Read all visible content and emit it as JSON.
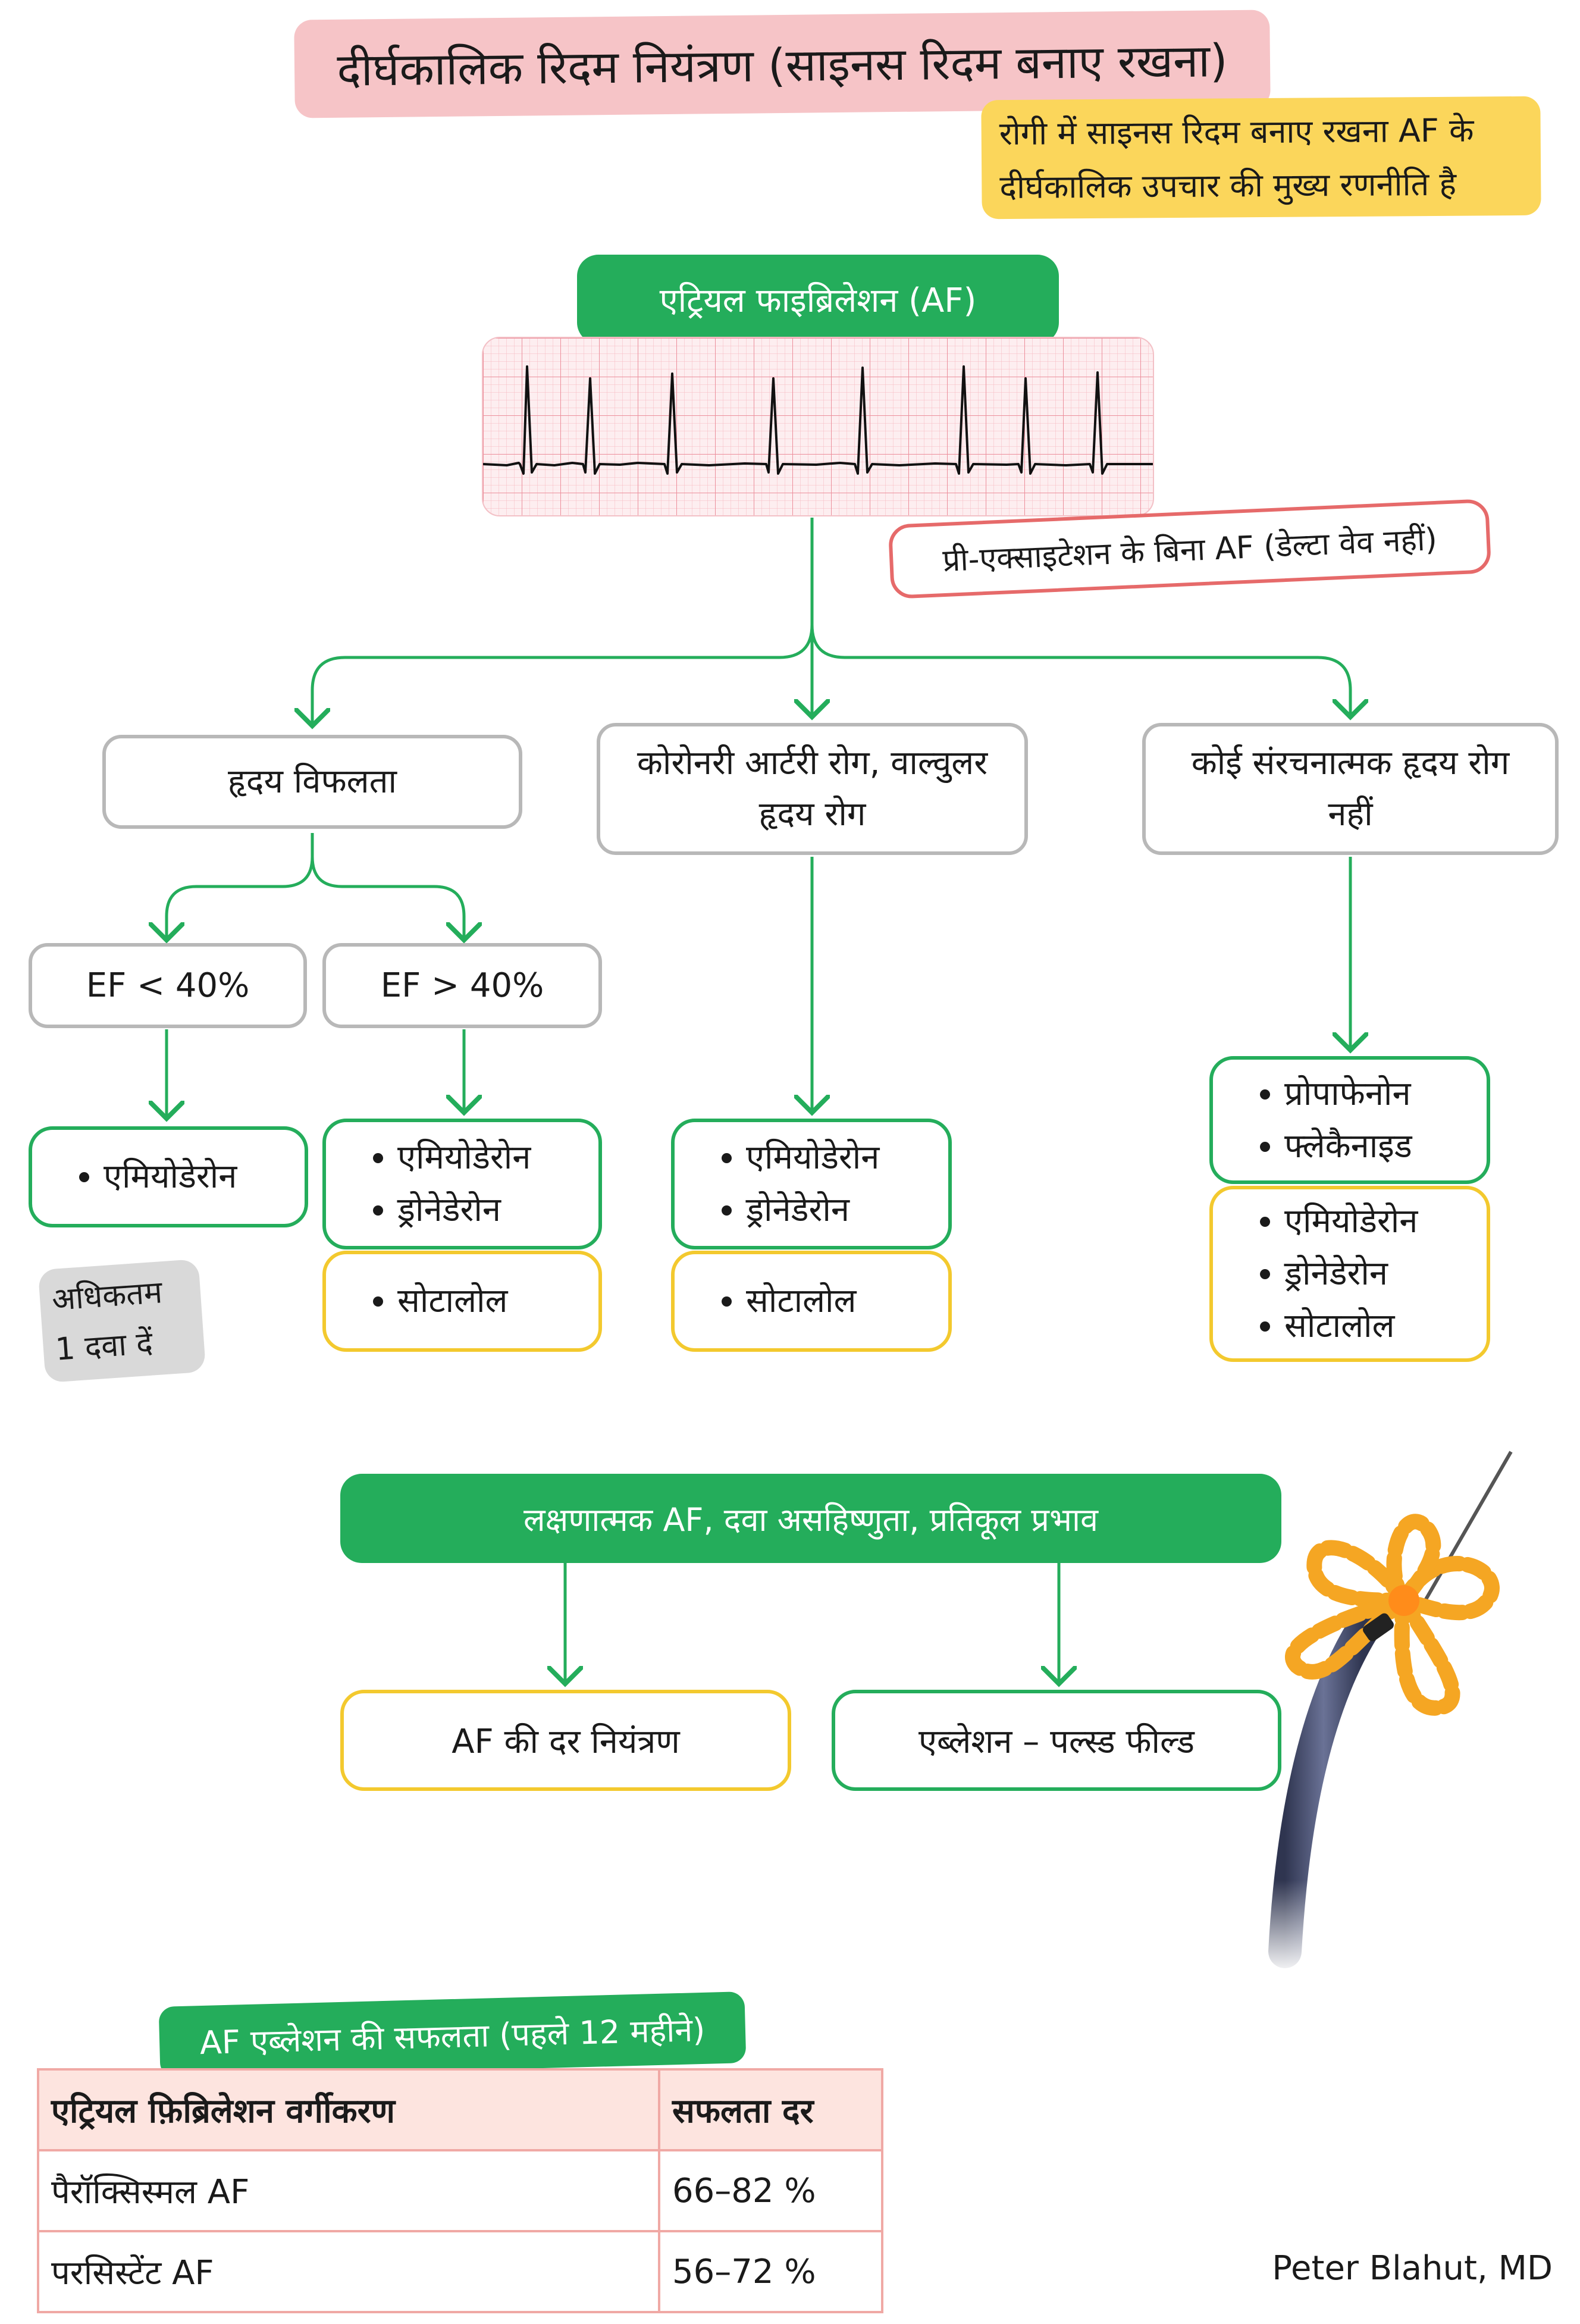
{
  "title": "दीर्घकालिक रिदम नियंत्रण (साइनस रिदम बनाए रखना)",
  "strategy_note": {
    "line1": "रोगी में साइनस रिदम बनाए रखना AF के",
    "line2": "दीर्घकालिक उपचार की मुख्य रणनीति है"
  },
  "af_header": "एट्रियल फाइब्रिलेशन (AF)",
  "pre_excitation_note": "प्री-एक्साइटेशन के बिना AF (डेल्टा वेव नहीं)",
  "branches": {
    "heart_failure": {
      "label": "हृदय विफलता",
      "ef_low": {
        "label": "EF < 40%",
        "drugs_green": [
          "एमियोडेरोन"
        ],
        "max_note_line1": "अधिकतम",
        "max_note_line2": "1 दवा दें"
      },
      "ef_high": {
        "label": "EF > 40%",
        "drugs_green": [
          "एमियोडेरोन",
          "ड्रोनेडेरोन"
        ],
        "drugs_yellow": [
          "सोटालोल"
        ]
      }
    },
    "coronary": {
      "label_line1": "कोरोनरी आर्टरी रोग, वाल्वुलर",
      "label_line2": "हृदय रोग",
      "drugs_green": [
        "एमियोडेरोन",
        "ड्रोनेडेरोन"
      ],
      "drugs_yellow": [
        "सोटालोल"
      ]
    },
    "no_structural": {
      "label_line1": "कोई संरचनात्मक हृदय रोग",
      "label_line2": "नहीं",
      "drugs_green": [
        "प्रोपाफेनोन",
        "फ्लेकैनाइड"
      ],
      "drugs_yellow": [
        "एमियोडेरोन",
        "ड्रोनेडेरोन",
        "सोटालोल"
      ]
    }
  },
  "symptomatic": {
    "header": "लक्षणात्मक AF, दवा असहिष्णुता, प्रतिकूल प्रभाव",
    "option_rate": "AF की दर नियंत्रण",
    "option_ablation": "एब्लेशन – पल्स्ड फील्ड"
  },
  "success_table": {
    "title": "AF एब्लेशन की सफलता (पहले 12 महीने)",
    "headers": [
      "एट्रियल फ़िब्रिलेशन वर्गीकरण",
      "सफलता दर"
    ],
    "rows": [
      [
        "पैरॉक्सिस्मल AF",
        "66–82 %"
      ],
      [
        "परसिस्टेंट AF",
        "56–72 %"
      ]
    ]
  },
  "author": "Peter Blahut, MD",
  "colors": {
    "green": "#24ad5b",
    "yellow": "#f3c92e",
    "gray": "#b8b8b8",
    "pink": "#f6c4c7",
    "red_outline": "#e66a6a"
  }
}
